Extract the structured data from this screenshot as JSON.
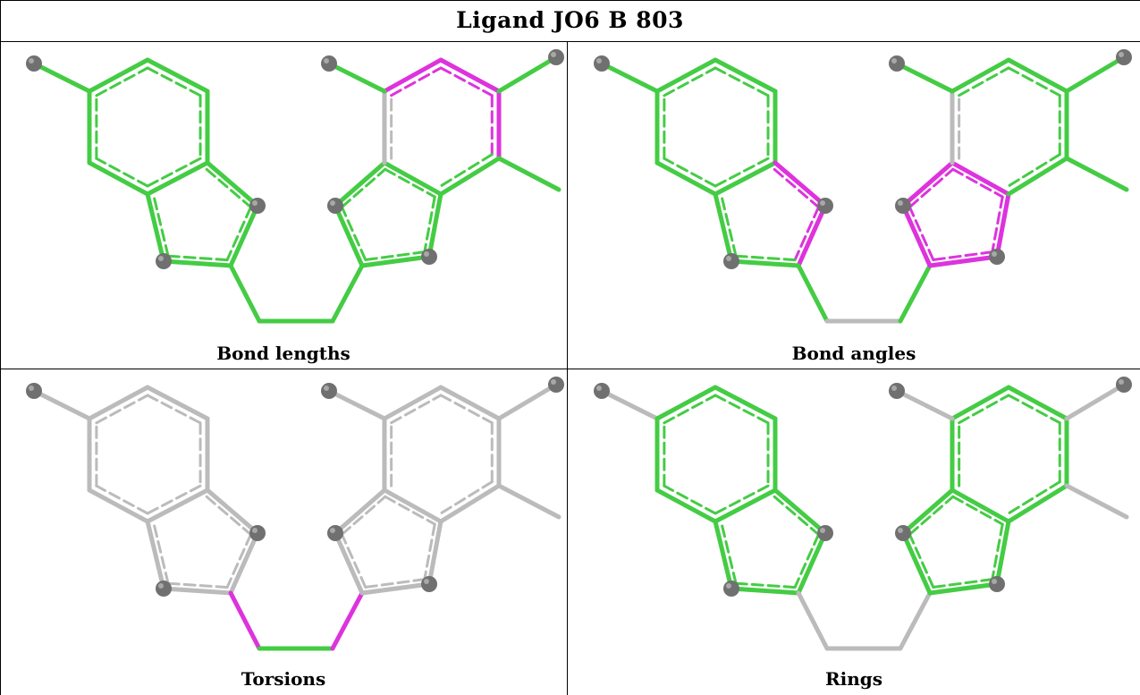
{
  "title": "Ligand JO6 B 803",
  "colors": {
    "ok": "#44cc44",
    "outlier": "#dd33dd",
    "neutral": "#bbbbbb",
    "atom": "#707070",
    "border": "#000000"
  },
  "panels": [
    {
      "caption": "Bond lengths",
      "highlight": {
        "bonds": "all",
        "rings": "none"
      },
      "outliers": [
        "b-o1-1",
        "b-o1-2",
        "b-br2-1"
      ],
      "grey_bonds": [
        "b-gr-1"
      ]
    },
    {
      "caption": "Bond angles",
      "highlight": {
        "bonds": "all",
        "rings": "none"
      },
      "outliers": [
        "b-al1-1",
        "b-al1-2",
        "b-ar1-1",
        "b-ar1-2",
        "b-ar1-3",
        "b-ar1-4",
        "b-ar1-5"
      ],
      "grey_bonds": [
        "b-gr-1",
        "b-bridge-2"
      ]
    },
    {
      "caption": "Torsions",
      "highlight": {
        "bonds": "bridge-only",
        "rings": "none"
      },
      "outliers": [
        "b-bridge-1",
        "b-bridge-3"
      ],
      "grey_bonds": []
    },
    {
      "caption": "Rings",
      "highlight": {
        "bonds": "rings-only",
        "rings": "all"
      },
      "outliers": [],
      "grey_bonds": []
    }
  ]
}
